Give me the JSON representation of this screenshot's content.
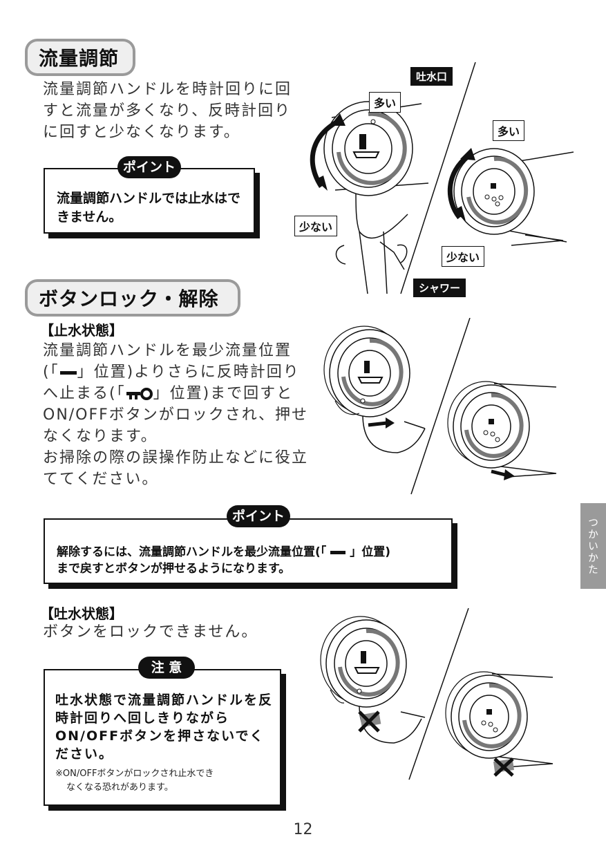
{
  "section1": {
    "heading": "流量調節",
    "body": "流量調節ハンドルを時計回りに回すと流量が多くなり、反時計回りに回すと少なくなります。",
    "point_label": "ポイント",
    "point_text": "流量調節ハンドルでは止水はできません。"
  },
  "diagram1": {
    "tag_outlet": "吐水口",
    "tag_shower": "シャワー",
    "more_left": "多い",
    "more_right": "多い",
    "less_left": "少ない",
    "less_right": "少ない"
  },
  "section2": {
    "heading": "ボタンロック・解除",
    "stop_label": "【止水状態】",
    "stop_body_1": "流量調節ハンドルを最少流量位置",
    "stop_body_2a": "(「",
    "stop_body_2b": "」位置)よりさらに反時計回り",
    "stop_body_3a": "へ止まる(「",
    "stop_body_3b": "」位置)まで回すと",
    "stop_body_4": "ON/OFFボタンがロックされ、押せ",
    "stop_body_5": "なくなります。",
    "stop_body_6": "お掃除の際の誤操作防止などに役立",
    "stop_body_7": "ててください。",
    "point_label": "ポイント",
    "point_text_1a": "解除するには、流量調節ハンドルを最少流量位置(「",
    "point_text_1b": "」位置)",
    "point_text_2": "まで戻すとボタンが押せるようになります。",
    "spout_label": "【吐水状態】",
    "spout_body": "ボタンをロックできません。",
    "caution_label": "注 意",
    "caution_text": "吐水状態で流量調節ハンドルを反時計回りへ回しきりながらON/OFFボタンを押さないでください。",
    "caution_note_1": "※ON/OFFボタンがロックされ止水でき",
    "caution_note_2": "なくなる恐れがあります。"
  },
  "side_tab": "つかいかた",
  "page_number": "12"
}
